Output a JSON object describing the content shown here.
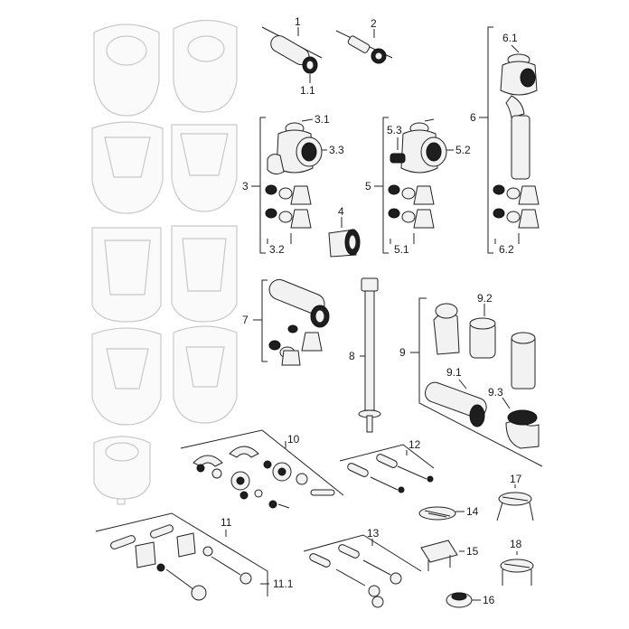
{
  "callouts": {
    "c1": "1",
    "c1_1": "1.1",
    "c2": "2",
    "c3": "3",
    "c3_1": "3.1",
    "c3_2": "3.2",
    "c3_3": "3.3",
    "c4": "4",
    "c5": "5",
    "c5_1": "5.1",
    "c5_2": "5.2",
    "c5_3": "5.3",
    "c6": "6",
    "c6_1": "6.1",
    "c6_2": "6.2",
    "c7": "7",
    "c8": "8",
    "c9": "9",
    "c9_1": "9.1",
    "c9_2": "9.2",
    "c9_3": "9.3",
    "c10": "10",
    "c11": "11",
    "c11_1": "11.1",
    "c12": "12",
    "c13": "13",
    "c14": "14",
    "c15": "15",
    "c16": "16",
    "c17": "17",
    "c18": "18"
  },
  "colors": {
    "line": "#222222",
    "ghost_outline": "#c8c8c8",
    "rubber": "#1e1e1e"
  }
}
